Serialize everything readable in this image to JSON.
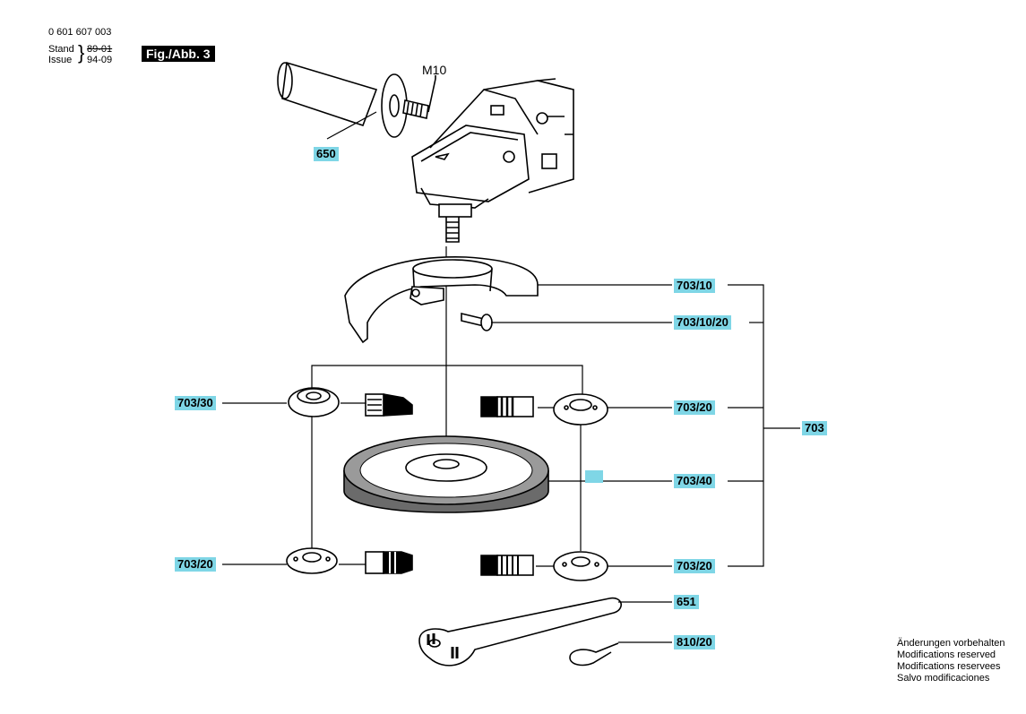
{
  "header": {
    "part_number": "0 601 607 003",
    "stand_label": "Stand",
    "stand_value": "89-01",
    "issue_label": "Issue",
    "issue_value": "94-09",
    "figure": "Fig./Abb. 3"
  },
  "callouts": {
    "thread": "M10",
    "handle": "650",
    "guard": "703/10",
    "guard_screw": "703/10/20",
    "flange_top_left": "703/30",
    "flange_top_right": "703/20",
    "kit": "703",
    "wheel": "703/40",
    "flange_bottom_left": "703/20",
    "flange_bottom_right": "703/20",
    "spanner": "651",
    "ring": "810/20"
  },
  "notes": [
    "Änderungen vorbehalten",
    "Modifications reserved",
    "Modifications reservees",
    "Salvo modificaciones"
  ]
}
